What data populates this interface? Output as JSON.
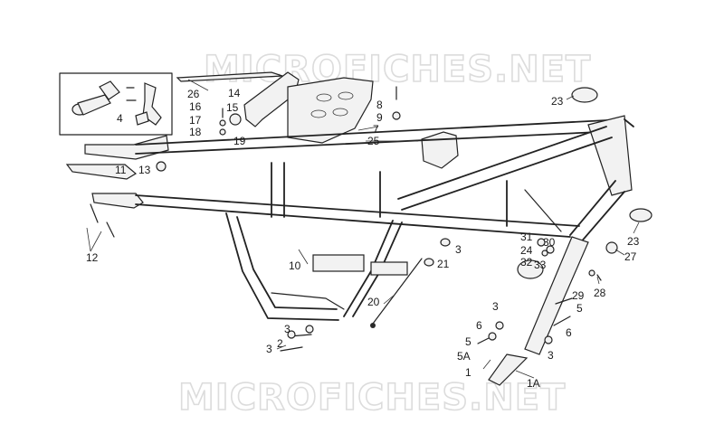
{
  "watermark": {
    "text": "MICROFICHES.NET"
  },
  "labels": {
    "l1": "1",
    "l1a": "1A",
    "l3a": "3",
    "l3b": "3",
    "l3c": "3",
    "l3d": "3",
    "l3e": "3",
    "l4": "4",
    "l5a": "5",
    "l5b": "5",
    "l5c": "5A",
    "l6a": "6",
    "l6b": "6",
    "l7": "7",
    "l8": "8",
    "l9": "9",
    "l10": "10",
    "l11": "11",
    "l12": "12",
    "l13": "13",
    "l14": "14",
    "l15": "15",
    "l16": "16",
    "l17": "17",
    "l18": "18",
    "l19": "19",
    "l20": "20",
    "l21": "21",
    "l23a": "23",
    "l23b": "23",
    "l24": "24",
    "l25": "25",
    "l26": "26",
    "l27": "27",
    "l28": "28",
    "l29": "29",
    "l30": "30",
    "l31": "31",
    "l32": "32",
    "l33": "33",
    "l2": "2"
  }
}
